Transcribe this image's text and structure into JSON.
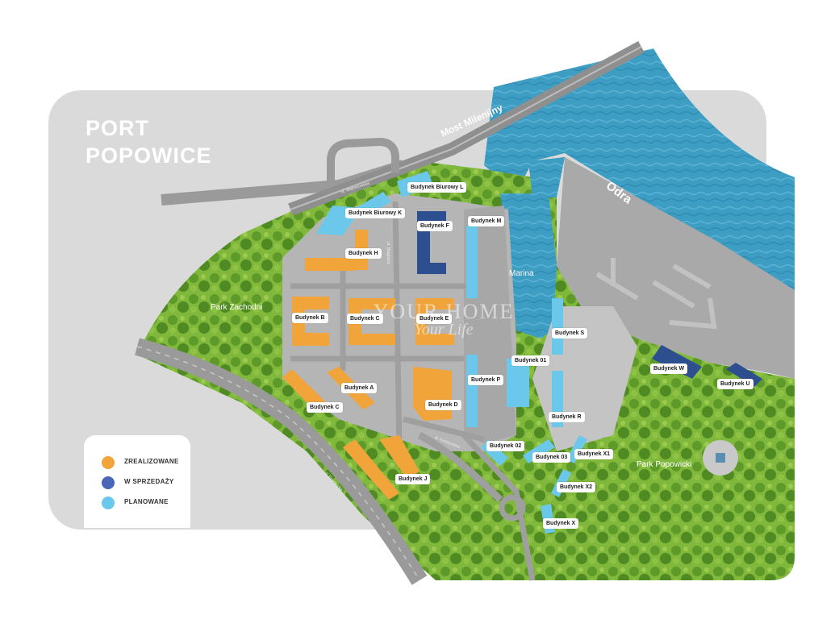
{
  "title": {
    "line1": "PORT",
    "line2": "POPOWICE"
  },
  "legend": {
    "items": [
      {
        "label": "ZREALIZOWANE",
        "color": "#f0a43a"
      },
      {
        "label": "W SPRZEDAŻY",
        "color": "#4a66b8"
      },
      {
        "label": "PLANOWANE",
        "color": "#6cc8ea"
      }
    ]
  },
  "places": {
    "river": "Odra",
    "bridge": "Most Milenijny",
    "marina": "Marina",
    "park_west": "Park Zachodni",
    "park_popowicki": "Park Popowicki"
  },
  "streets": {
    "wejherowska": "ul. Wejherowska",
    "dlugosza": "ul. Długosza",
    "popowicka": "ul. Popowicka",
    "kwidzynska": "ul. Kwidzyńska"
  },
  "watermark": {
    "line1": "YOUR HOME",
    "line2": "Your Life"
  },
  "buildings": [
    {
      "label": "Budynek Biurowy L",
      "status": "planned"
    },
    {
      "label": "Budynek Biurowy K",
      "status": "planned"
    },
    {
      "label": "Budynek F",
      "status": "sale"
    },
    {
      "label": "Budynek M",
      "status": "planned"
    },
    {
      "label": "Budynek H",
      "status": "done"
    },
    {
      "label": "Budynek B",
      "status": "done"
    },
    {
      "label": "Budynek C",
      "status": "done"
    },
    {
      "label": "Budynek E",
      "status": "done"
    },
    {
      "label": "Budynek S",
      "status": "planned"
    },
    {
      "label": "Budynek 01",
      "status": "planned"
    },
    {
      "label": "Budynek P",
      "status": "planned"
    },
    {
      "label": "Budynek W",
      "status": "sale"
    },
    {
      "label": "Budynek U",
      "status": "sale"
    },
    {
      "label": "Budynek A",
      "status": "done"
    },
    {
      "label": "Budynek C",
      "status": "done"
    },
    {
      "label": "Budynek D",
      "status": "done"
    },
    {
      "label": "Budynek R",
      "status": "planned"
    },
    {
      "label": "Budynek 02",
      "status": "planned"
    },
    {
      "label": "Budynek 03",
      "status": "planned"
    },
    {
      "label": "Budynek X1",
      "status": "planned"
    },
    {
      "label": "Budynek J",
      "status": "done"
    },
    {
      "label": "Budynek X2",
      "status": "planned"
    },
    {
      "label": "Budynek X",
      "status": "planned"
    }
  ]
}
